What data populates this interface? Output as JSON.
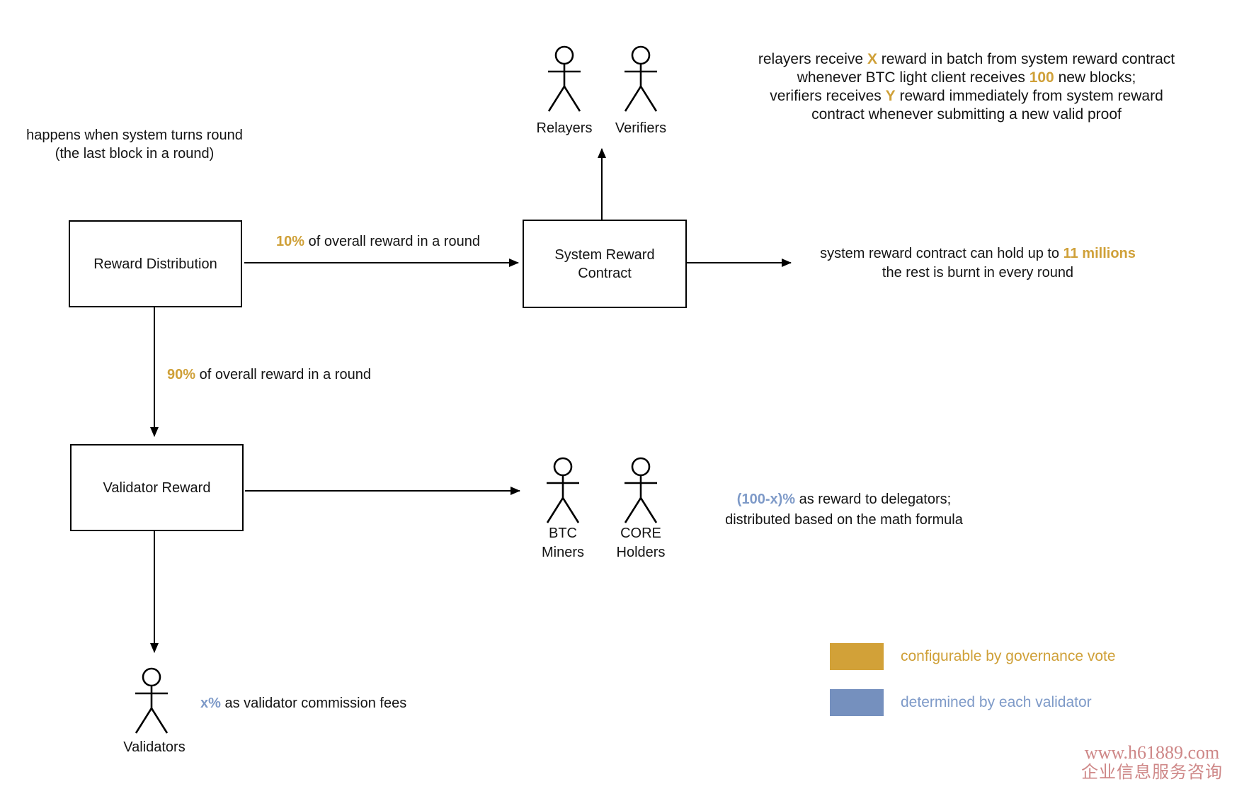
{
  "colors": {
    "gold": "#CFA038",
    "gold_fill": "#D2A138",
    "blue_text": "#7E9AC8",
    "blue_fill": "#7590BE",
    "line": "#000000",
    "watermark": "#CE8787"
  },
  "left_note": {
    "line1": "happens when system turns round",
    "line2": "(the last block in a round)"
  },
  "boxes": {
    "reward_distribution": "Reward Distribution",
    "system_reward_contract": "System Reward Contract",
    "validator_reward": "Validator Reward"
  },
  "actors": {
    "relayers": "Relayers",
    "verifiers": "Verifiers",
    "btc_miners_l1": "BTC",
    "btc_miners_l2": "Miners",
    "core_holders_l1": "CORE",
    "core_holders_l2": "Holders",
    "validators": "Validators"
  },
  "edge_labels": {
    "ten_pct": "10%",
    "ten_rest": " of overall reward in a round",
    "ninety_pct": "90%",
    "ninety_rest": " of overall reward in a round"
  },
  "notes": {
    "relayer": {
      "l1a": "relayers receive ",
      "l1b": "X",
      "l1c": " reward in batch from system reward contract",
      "l2a": "whenever BTC light client receives ",
      "l2b": "100",
      "l2c": " new blocks;",
      "l3a": "verifiers receives ",
      "l3b": "Y",
      "l3c": " reward immediately from system reward",
      "l4": "contract whenever submitting a new valid proof"
    },
    "hold": {
      "l1a": "system reward contract can hold up to ",
      "l1b": "11 millions",
      "l2": "the rest is burnt in every round"
    },
    "delegator": {
      "l1a": "(100-x)%",
      "l1b": " as reward to delegators;",
      "l2": "distributed based on the math formula"
    },
    "commission": {
      "a": "x%",
      "b": " as validator commission fees"
    }
  },
  "legend": {
    "governance": "configurable by governance vote",
    "validator": "determined by each validator"
  },
  "watermark": {
    "line1": "www.h61889.com",
    "line2": "企业信息服务咨询"
  }
}
